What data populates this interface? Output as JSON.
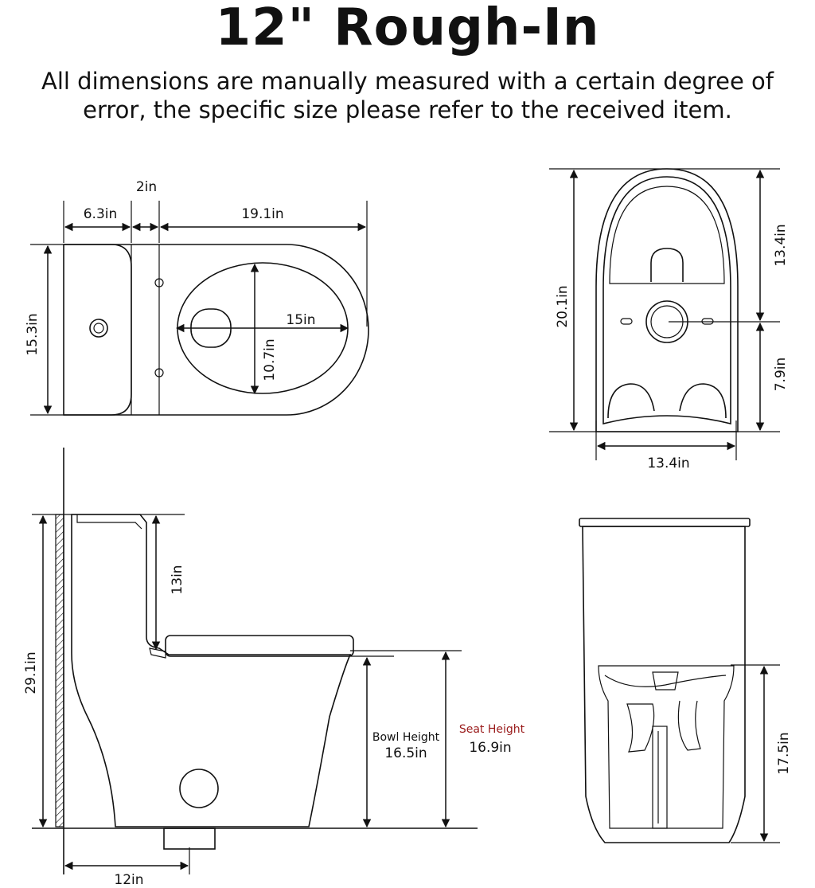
{
  "header": {
    "title": "12\" Rough-In",
    "subtitle_line1": "All dimensions are manually measured with a certain degree of",
    "subtitle_line2": "error, the specific size please refer to the received item."
  },
  "top_view": {
    "tank_depth": "6.3in",
    "gap": "2in",
    "bowl_length": "19.1in",
    "overall_width": "15.3in",
    "bowl_inner_length": "15in",
    "bowl_inner_width": "10.7in"
  },
  "front_top_view": {
    "overall_length": "20.1in",
    "tank_section": "13.4in",
    "front_section": "7.9in",
    "base_width": "13.4in"
  },
  "side_view": {
    "total_height": "29.1in",
    "tank_height": "13in",
    "bowl_height_label": "Bowl Height",
    "bowl_height": "16.5in",
    "seat_height_label": "Seat Height",
    "seat_height": "16.9in",
    "rough_in": "12in"
  },
  "front_view": {
    "height": "17.5in"
  }
}
